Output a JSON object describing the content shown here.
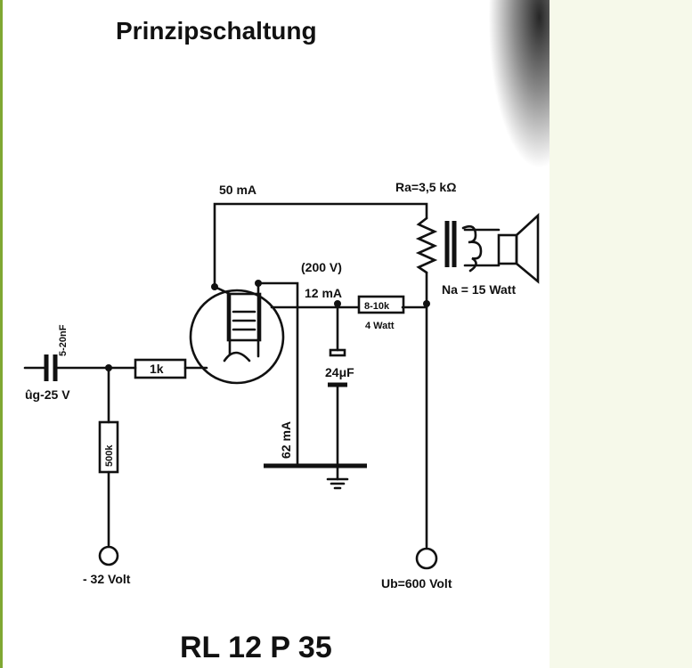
{
  "diagram": {
    "title": "Prinzipschaltung",
    "footer": "RL 12 P 35",
    "labels": {
      "anode_current": "50 mA",
      "ra": "Ra=3,5 kΩ",
      "screen_voltage": "(200 V)",
      "screen_current": "12 mA",
      "resistor_screen": "8-10k",
      "resistor_screen_power": "4 Watt",
      "output_power": "Na = 15 Watt",
      "capacitor_input": "5-20nF",
      "grid_drive": "ûg-25 V",
      "resistor_grid": "1k",
      "resistor_bias": "500k",
      "cathode_current": "62 mA",
      "capacitor_screen": "24μF",
      "bias_voltage": "- 32 Volt",
      "supply_voltage": "Ub=600 Volt"
    }
  },
  "colors": {
    "ink": "#111111",
    "paper": "#ffffff",
    "frame_accent": "#7fa832",
    "side_panel": "#f6f9ea"
  }
}
